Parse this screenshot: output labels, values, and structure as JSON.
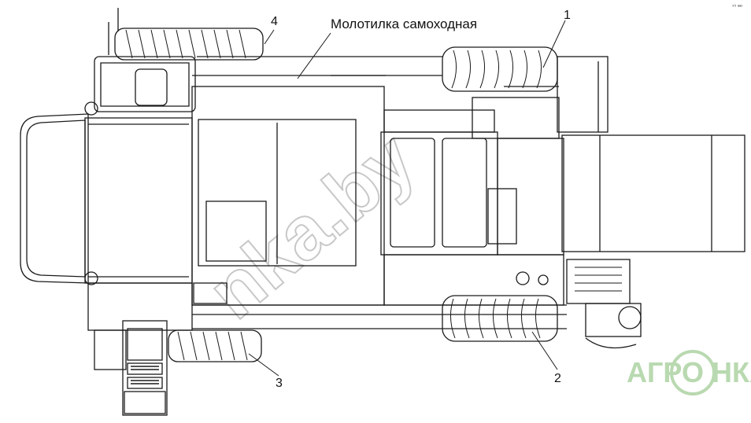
{
  "diagram": {
    "title": "Молотилка самоходная",
    "callouts": [
      "1",
      "2",
      "3",
      "4"
    ],
    "watermark": "nka.by",
    "logo": "АГРО НКА",
    "corner_mark": "⁴⁹ ᵃᵃⁿ"
  }
}
